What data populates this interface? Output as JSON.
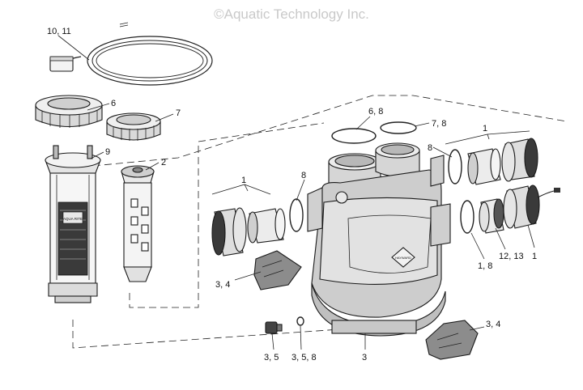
{
  "copyright": "©Aquatic Technology Inc.",
  "callouts": {
    "c1011": "10, 11",
    "c6": "6",
    "c7": "7",
    "c9": "9",
    "c2": "2",
    "c68": "6, 8",
    "c78": "7, 8",
    "c1a": "1",
    "c8a": "8",
    "c1b": "1",
    "c8b": "8",
    "c34a": "3, 4",
    "c3": "3",
    "c35": "3, 5",
    "c358": "3, 5, 8",
    "c18": "1, 8",
    "c1213": "12, 13",
    "c1c": "1",
    "c34b": "3, 4"
  },
  "part_labels": {
    "plate": "HAYWARD",
    "cell": "AQUA RITE"
  }
}
